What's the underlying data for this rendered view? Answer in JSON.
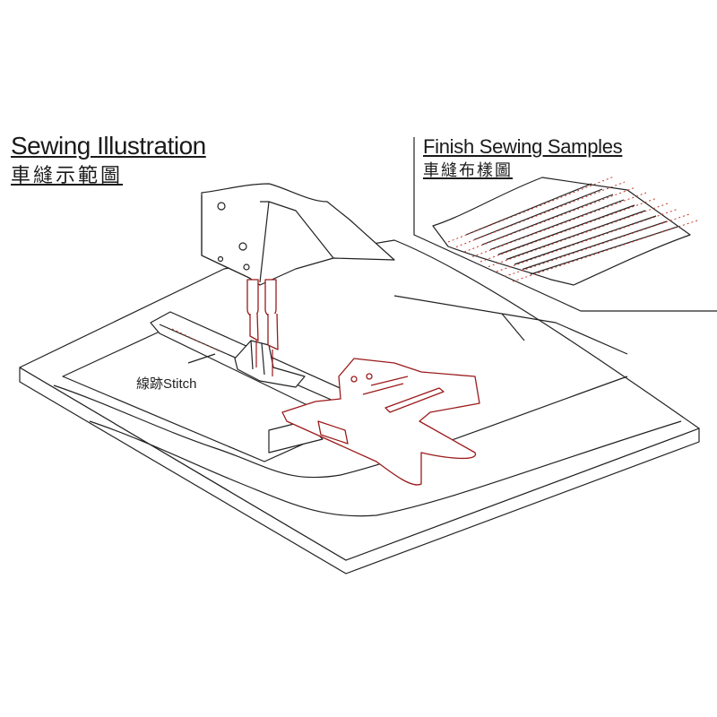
{
  "sewing_illustration": {
    "title_en": "Sewing Illustration",
    "title_zh": "車縫示範圖",
    "stitch_label": "線跡Stitch"
  },
  "finish_samples": {
    "title_en": "Finish Sewing Samples",
    "title_zh": "車縫布樣圖"
  },
  "colors": {
    "line": "#222222",
    "attachment": "#9b1b1b",
    "stitch": "#c0392b"
  }
}
